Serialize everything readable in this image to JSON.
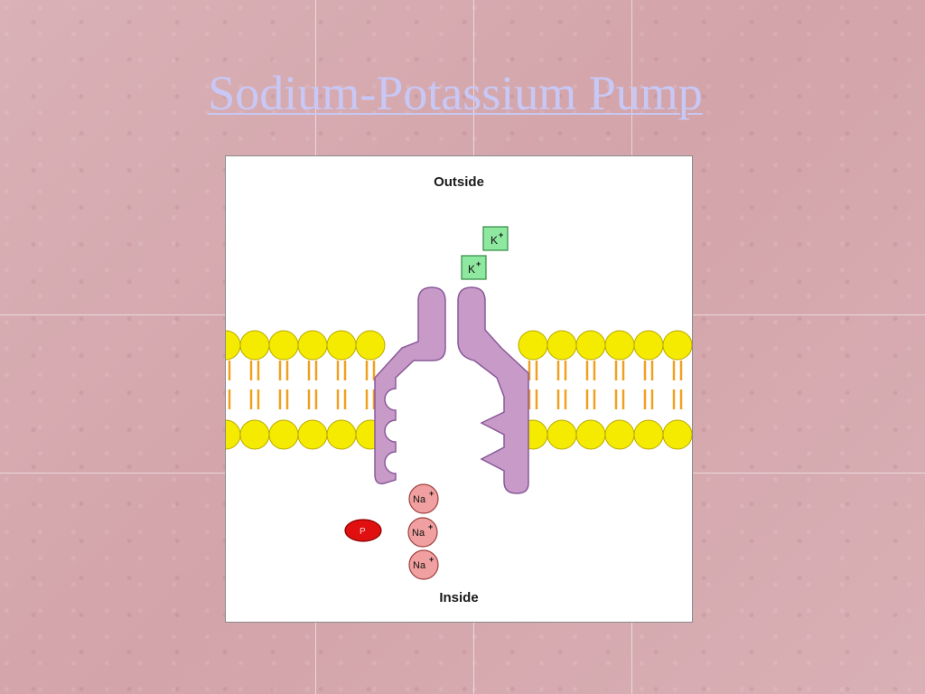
{
  "slide": {
    "title": "Sodium-Potassium Pump"
  },
  "diagram": {
    "outside_label": "Outside",
    "inside_label": "Inside",
    "potassium_ion": "K",
    "sodium_ion": "Na",
    "phosphate": "P",
    "charge": "+"
  },
  "colors": {
    "background": "#d8aeb3",
    "title": "#c8c8f6",
    "lipid_head": "#f5eb00",
    "lipid_tail": "#f0a020",
    "pump_protein": "#c89ac8",
    "potassium": "#8ee8a0",
    "sodium": "#f0a0a0",
    "phosphate": "#e01010"
  }
}
